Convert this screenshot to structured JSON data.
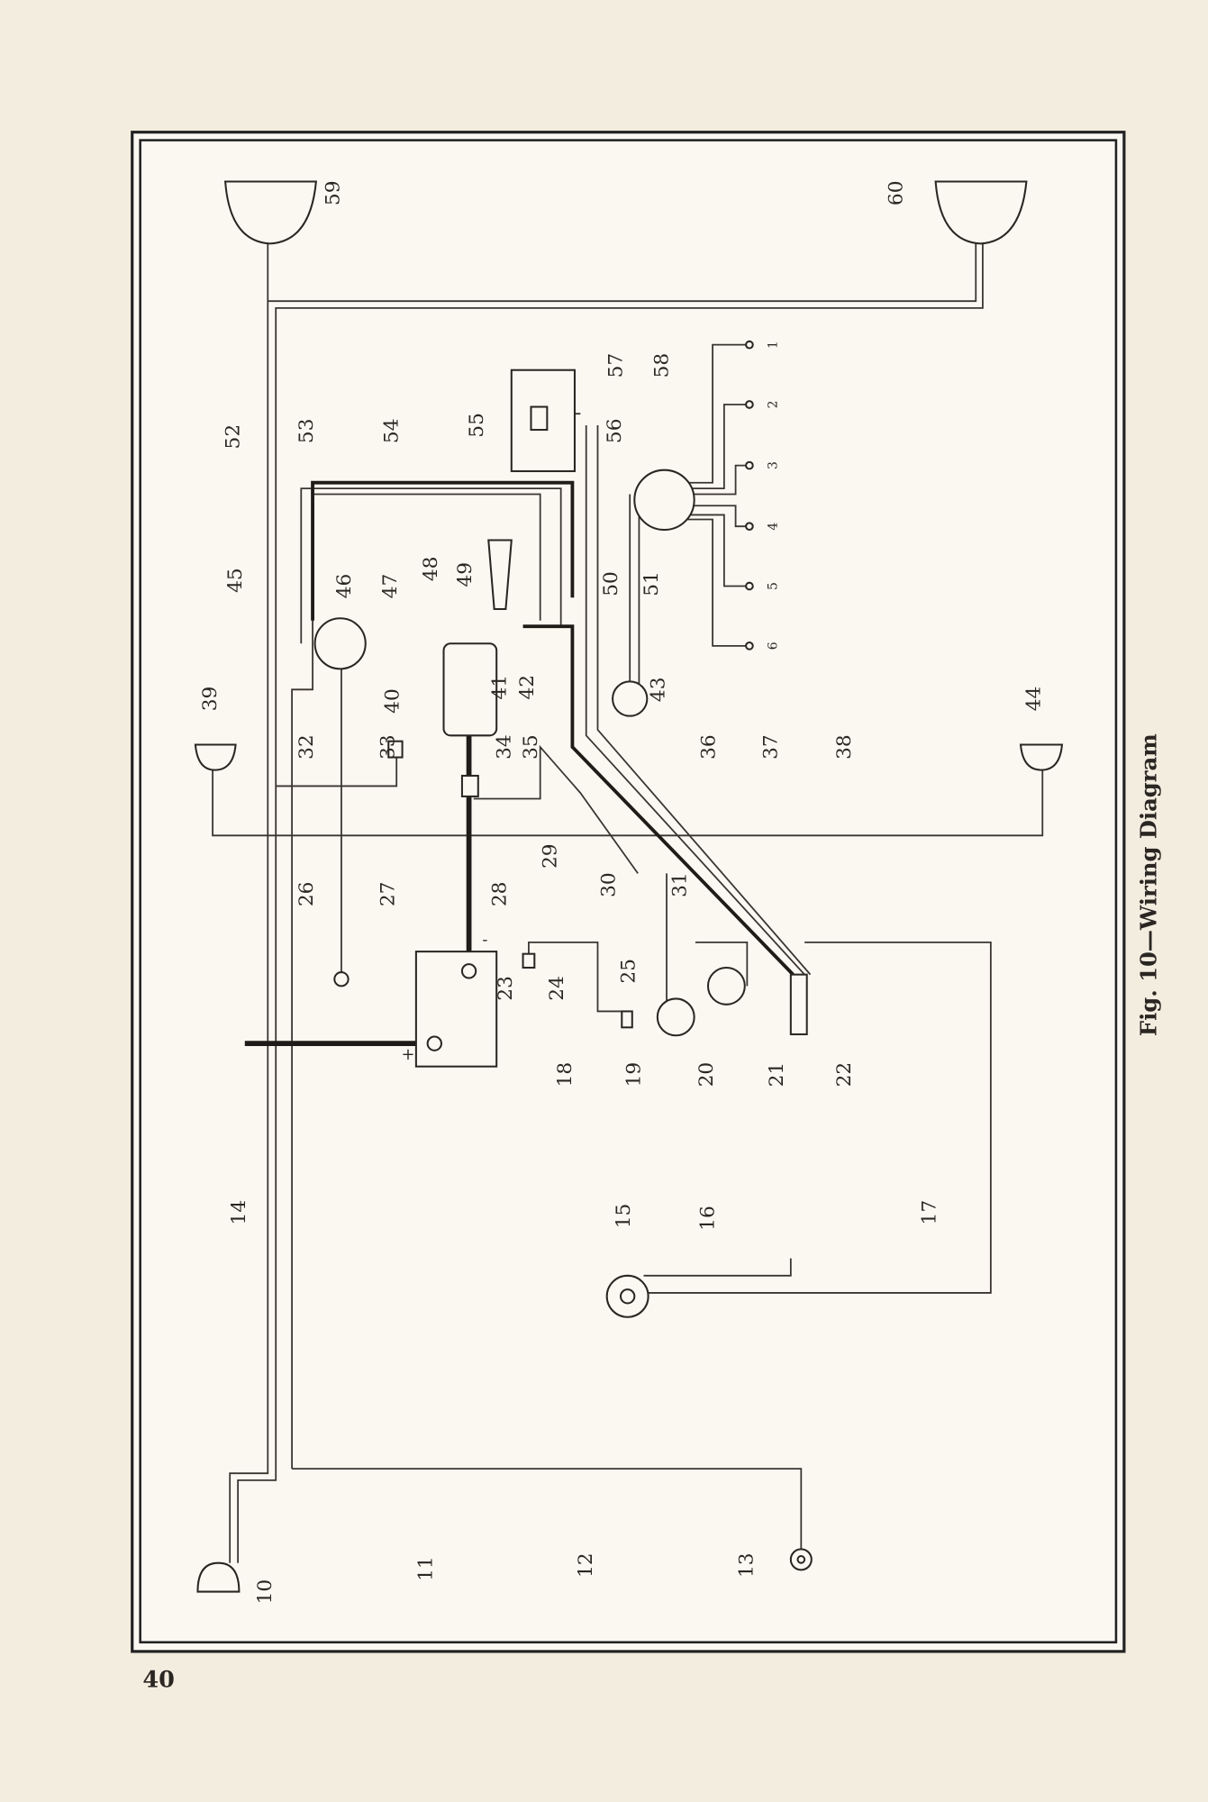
{
  "page_number": "40",
  "caption": "Fig. 10—Wiring Diagram",
  "callouts": [
    "10",
    "11",
    "12",
    "13",
    "14",
    "15",
    "16",
    "17",
    "18",
    "19",
    "20",
    "21",
    "22",
    "23",
    "24",
    "25",
    "26",
    "27",
    "28",
    "29",
    "30",
    "31",
    "32",
    "33",
    "34",
    "35",
    "36",
    "37",
    "38",
    "39",
    "40",
    "41",
    "42",
    "43",
    "44",
    "45",
    "46",
    "47",
    "48",
    "49",
    "50",
    "51",
    "52",
    "53",
    "54",
    "55",
    "56",
    "57",
    "58",
    "59",
    "60"
  ],
  "firing_order_labels": [
    "1",
    "2",
    "3",
    "4",
    "5",
    "6"
  ],
  "battery_terminals": {
    "positive": "+",
    "negative": "-"
  },
  "colors": {
    "paper": "#f3ede0",
    "ink": "#2a2622"
  }
}
